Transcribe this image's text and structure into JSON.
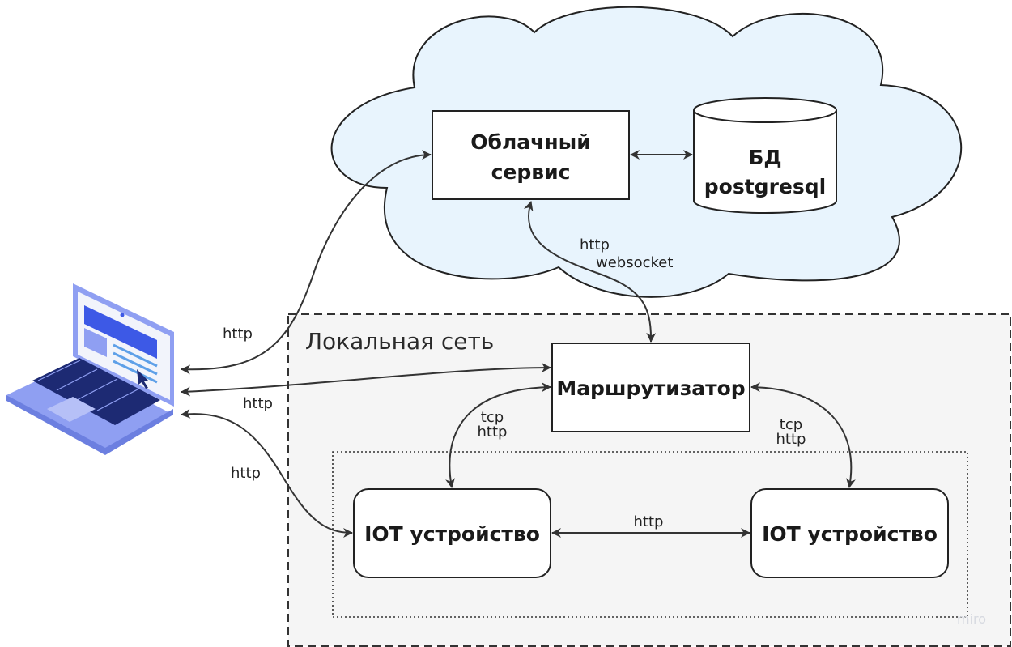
{
  "nodes": {
    "cloud_service": "Облачный\nсервис",
    "database": "БД\npostgresql",
    "router": "Маршрутизатор",
    "iot_device_left": "IOT устройство",
    "iot_device_right": "IOT устройство"
  },
  "regions": {
    "local_network": "Локальная сеть"
  },
  "edges": {
    "laptop_cloud": "http",
    "laptop_router": "http",
    "laptop_iot": "http",
    "cloud_router": "http\nwebsocket",
    "router_iot_left": "tcp\nhttp",
    "router_iot_right": "tcp\nhttp",
    "iot_iot": "http"
  },
  "watermark": "miro",
  "colors": {
    "cloud_fill": "#e8f4fd",
    "local_net_fill": "#f5f5f5",
    "laptop_body": "#8f9ff2",
    "laptop_screen": "#3d59e6"
  }
}
